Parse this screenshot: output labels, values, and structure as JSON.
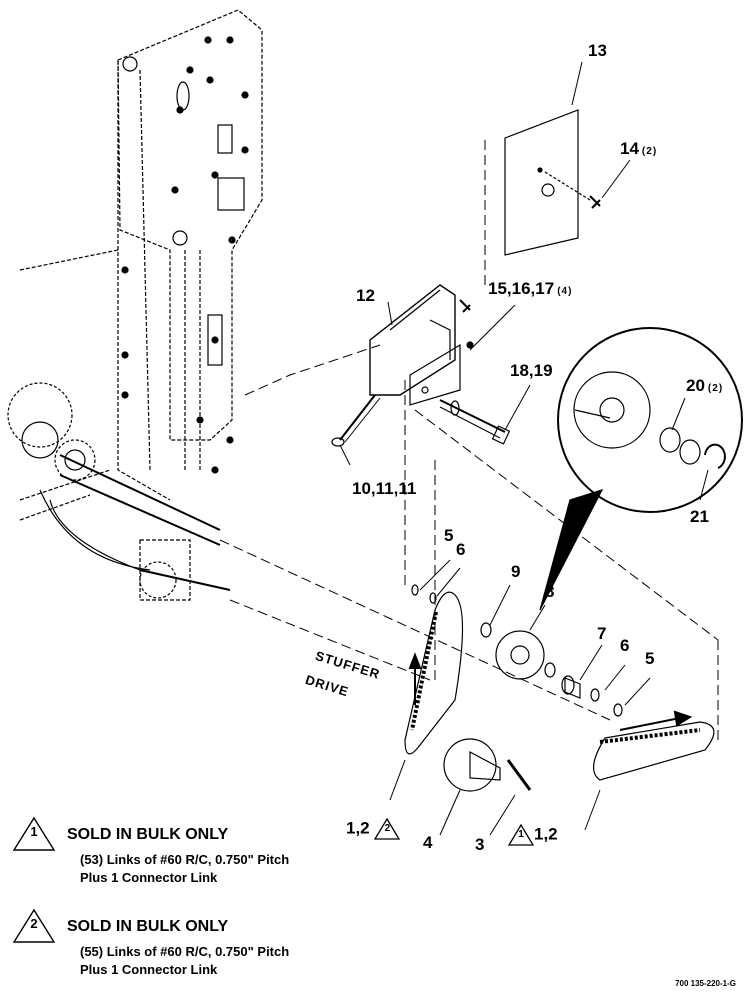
{
  "callouts": {
    "c13": "13",
    "c14": "14",
    "c14_qty": "(2)",
    "c12": "12",
    "c15": "15,16,17",
    "c15_qty": "(4)",
    "c18": "18,19",
    "c10": "10,11,11",
    "c20": "20",
    "c20_qty": "(2)",
    "c21": "21",
    "c5a": "5",
    "c6a": "6",
    "c9": "9",
    "c8": "8",
    "c7": "7",
    "c6b": "6",
    "c5b": "5",
    "c12b": "1,2",
    "c12b_tri": "2",
    "c4": "4",
    "c3": "3",
    "c12c_tri": "1",
    "c12c": "1,2"
  },
  "drive_label": {
    "line1": "STUFFER",
    "line2": "DRIVE"
  },
  "notes": [
    {
      "number": "1",
      "heading": "SOLD IN BULK ONLY",
      "line1": "(53) Links of #60 R/C, 0.750\" Pitch",
      "line2": "Plus 1 Connector Link"
    },
    {
      "number": "2",
      "heading": "SOLD IN BULK ONLY",
      "line1": "(55) Links of #60 R/C, 0.750\" Pitch",
      "line2": "Plus 1 Connector Link"
    }
  ],
  "drawing_number": "700 135-220-1-G",
  "colors": {
    "ink": "#000000",
    "paper": "#ffffff"
  }
}
